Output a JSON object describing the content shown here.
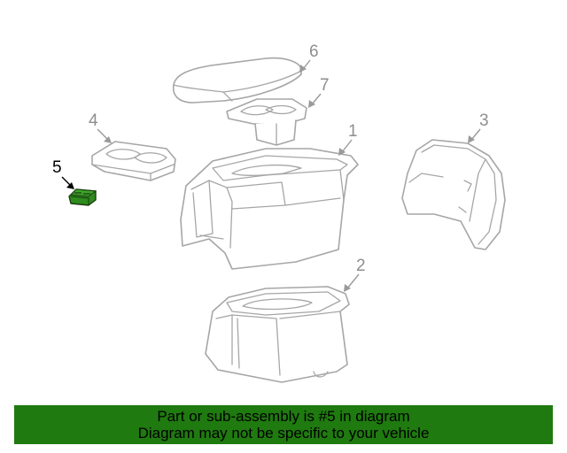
{
  "callouts": {
    "c1": "1",
    "c2": "2",
    "c3": "3",
    "c4": "4",
    "c5": "5",
    "c6": "6",
    "c7": "7"
  },
  "highlight_part": "5",
  "highlight_color": "#2e8b1e",
  "banner": {
    "line1": "Part or sub-assembly is #5 in diagram",
    "line2": "Diagram may not be specific to your vehicle",
    "color": "#1f7a0f"
  }
}
